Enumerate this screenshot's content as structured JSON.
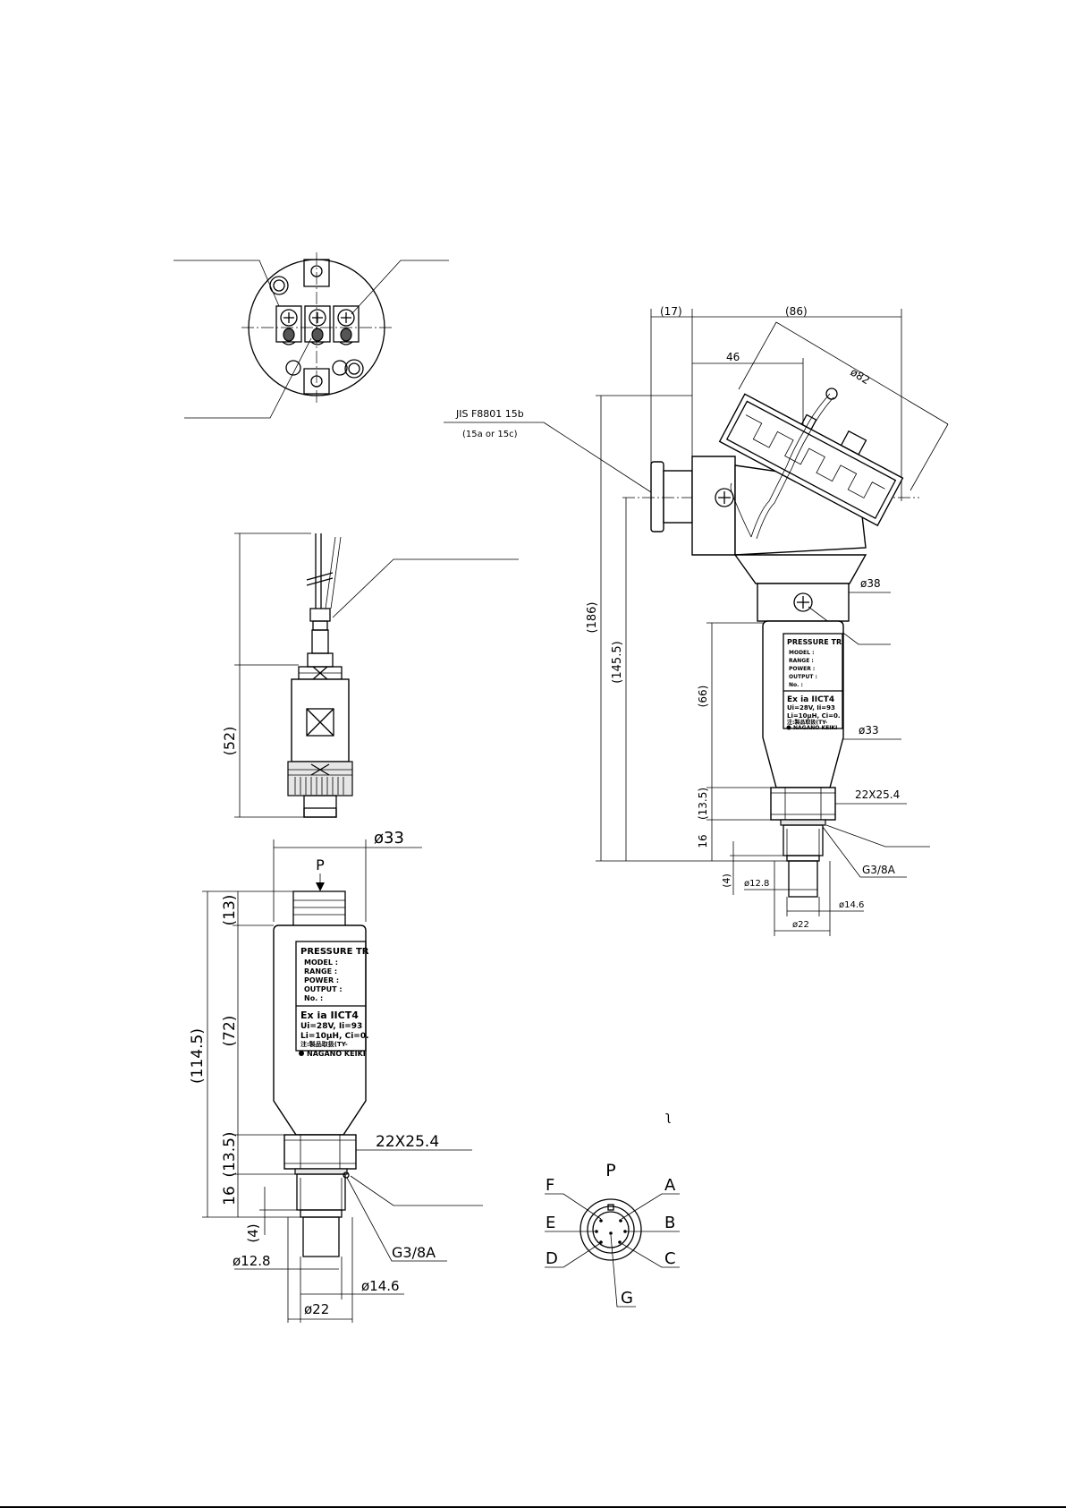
{
  "dimensions": {
    "d17": "(17)",
    "d86": "(86)",
    "d46": "46",
    "d82": "ø82",
    "d186": "(186)",
    "d145_5": "(145.5)",
    "d66": "(66)",
    "d13_5_right": "(13.5)",
    "d16_right": "16",
    "d4_right": "(4)",
    "d38": "ø38",
    "d33_right": "ø33",
    "hex_right": "22X25.4",
    "thread_right": "G3/8A",
    "d12_8_right": "ø12.8",
    "d14_6_right": "ø14.6",
    "d22_right": "ø22",
    "d52": "(52)",
    "d33_left": "ø33",
    "d13_left": "(13)",
    "d72": "(72)",
    "d114_5": "(114.5)",
    "d13_5_left": "(13.5)",
    "d16_left": "16",
    "d4_left": "(4)",
    "hex_left": "22X25.4",
    "thread_left": "G3/8A",
    "d12_8_left": "ø12.8",
    "d14_6_left": "ø14.6",
    "d22_left": "ø22"
  },
  "labels": {
    "jis_line1": "JIS F8801 15b",
    "jis_line2": "(15a or 15c)",
    "pressure_port": "P",
    "connector_center": "P",
    "pin_a": "A",
    "pin_b": "B",
    "pin_c": "C",
    "pin_d": "D",
    "pin_e": "E",
    "pin_f": "F",
    "pin_g": "G",
    "stray_mark": "ʅ"
  },
  "nameplate": {
    "title": "PRESSURE TR",
    "model": "MODEL  :",
    "range": "RANGE  :",
    "power": "POWER  :",
    "output": "OUTPUT :",
    "number": "No.    :",
    "ex_mark": "Ex ia IICT4",
    "ui_ii": "Ui=28V, Ii=93",
    "li_ci": "Li=10μH, Ci=0.",
    "caution": "注:製品取扱(TY-",
    "maker": "NAGANO KEIKI"
  }
}
